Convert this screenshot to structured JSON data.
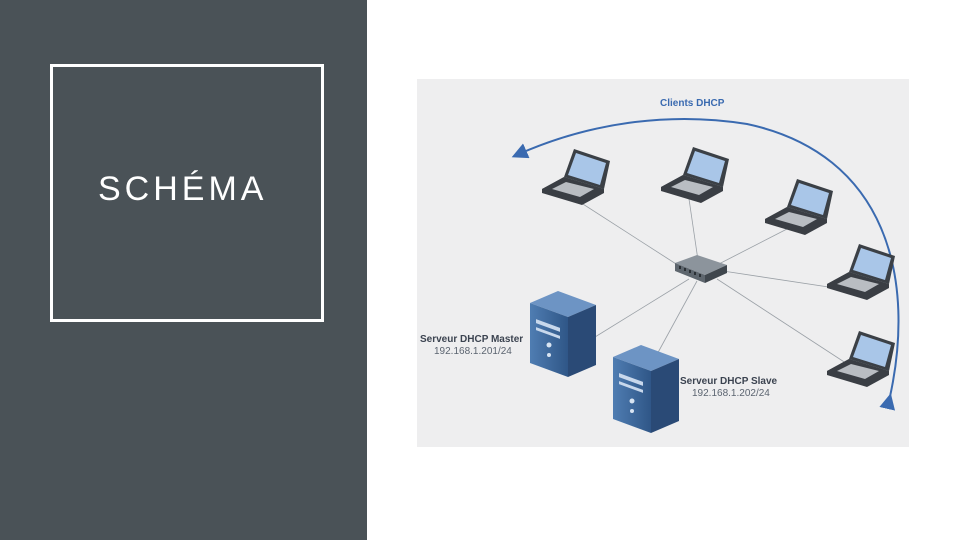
{
  "slide": {
    "title": "SCHÉMA"
  },
  "diagram": {
    "clients_label": "Clients DHCP",
    "master": {
      "name": "Serveur DHCP Master",
      "ip": "192.168.1.201/24"
    },
    "slave": {
      "name": "Serveur DHCP Slave",
      "ip": "192.168.1.202/24"
    },
    "clients_count": 5,
    "colors": {
      "left_panel": "#4a5257",
      "diagram_bg": "#eeeeef",
      "arrow": "#3a6ab0",
      "server": "#3f6797",
      "laptop": "#4b4f55",
      "screen": "#a9c6e8"
    }
  }
}
